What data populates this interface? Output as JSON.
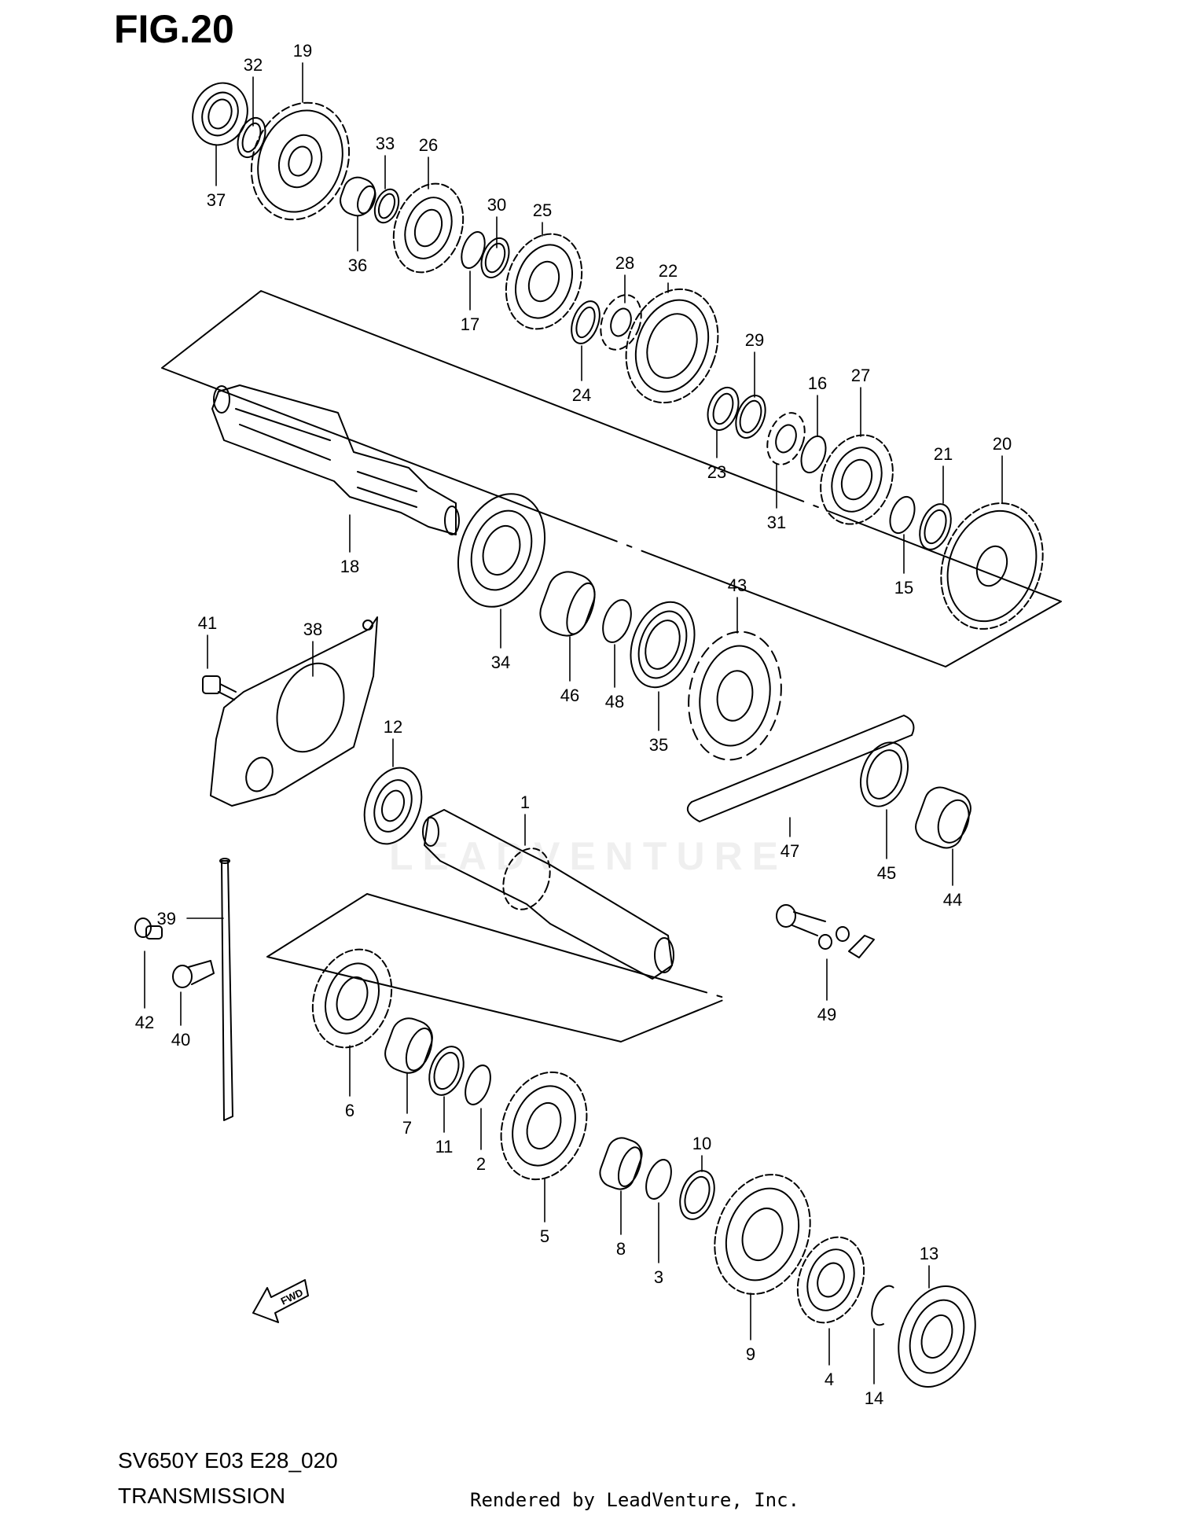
{
  "figure": {
    "title": "FIG.20",
    "model_code": "SV650Y E03 E28_020",
    "section_name": "TRANSMISSION",
    "credit": "Rendered by LeadVenture, Inc.",
    "watermark": "LEADVENTURE",
    "fwd_label": "FWD"
  },
  "callouts": [
    "1",
    "2",
    "3",
    "4",
    "5",
    "6",
    "7",
    "8",
    "9",
    "10",
    "11",
    "12",
    "13",
    "14",
    "15",
    "16",
    "17",
    "18",
    "19",
    "20",
    "21",
    "22",
    "23",
    "24",
    "25",
    "26",
    "27",
    "28",
    "29",
    "30",
    "31",
    "32",
    "33",
    "34",
    "35",
    "36",
    "37",
    "38",
    "39",
    "40",
    "41",
    "42",
    "43",
    "44",
    "45",
    "46",
    "47",
    "48",
    "49"
  ],
  "colors": {
    "line": "#000000",
    "background": "#ffffff"
  }
}
